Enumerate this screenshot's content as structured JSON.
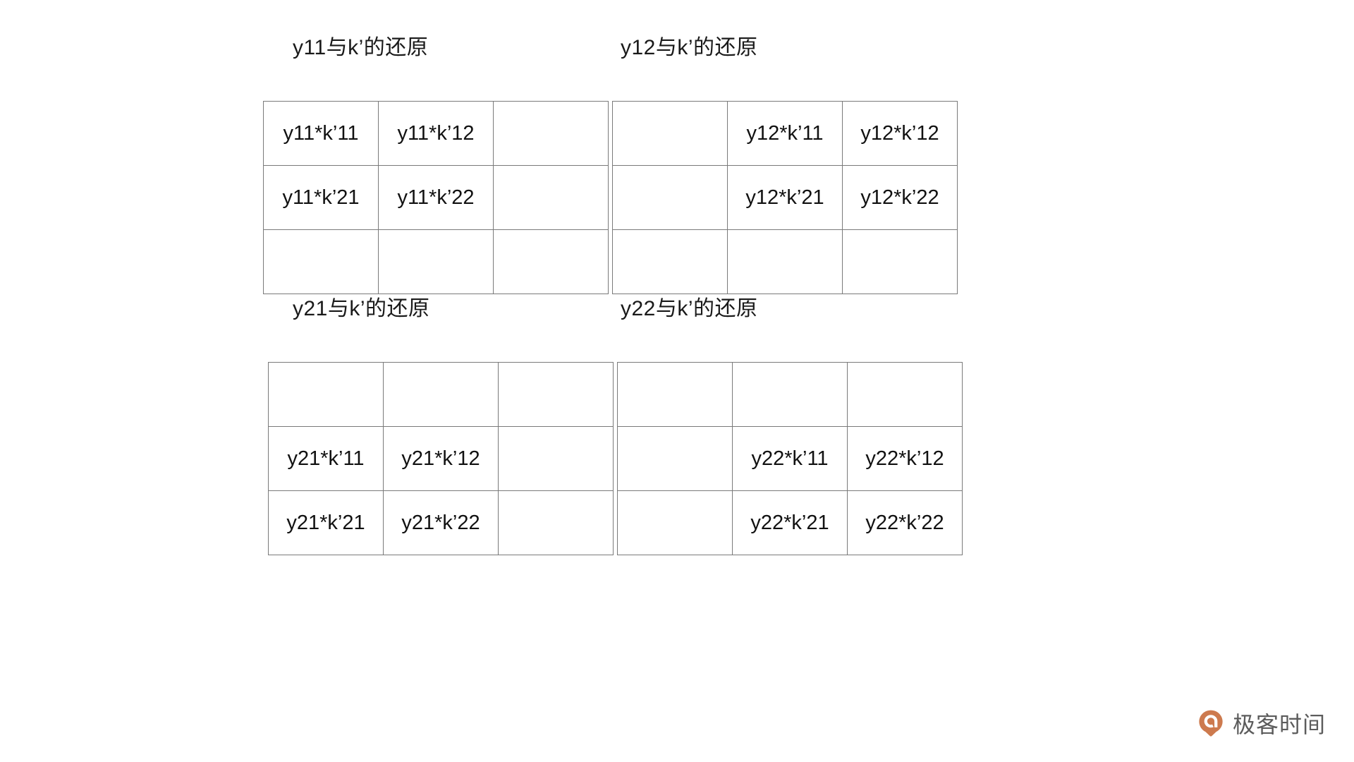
{
  "slide": {
    "background_color": "#ffffff",
    "border_color": "#7a7a7a",
    "text_color": "#111111"
  },
  "panels": [
    {
      "id": "panel-1",
      "title": "y11与k’的还原",
      "rows": [
        [
          "y11*k’11",
          "y11*k’12",
          ""
        ],
        [
          "y11*k’21",
          "y11*k’22",
          ""
        ],
        [
          "",
          "",
          ""
        ]
      ]
    },
    {
      "id": "panel-2",
      "title": "y12与k’的还原",
      "rows": [
        [
          "",
          "y12*k’11",
          "y12*k’12"
        ],
        [
          "",
          "y12*k’21",
          "y12*k’22"
        ],
        [
          "",
          "",
          ""
        ]
      ]
    },
    {
      "id": "panel-3",
      "title": "y21与k’的还原",
      "rows": [
        [
          "",
          "",
          ""
        ],
        [
          "y21*k’11",
          "y21*k’12",
          ""
        ],
        [
          "y21*k’21",
          "y21*k’22",
          ""
        ]
      ]
    },
    {
      "id": "panel-4",
      "title": "y22与k’的还原",
      "rows": [
        [
          "",
          "",
          ""
        ],
        [
          "",
          "y22*k’11",
          "y22*k’12"
        ],
        [
          "",
          "y22*k’21",
          "y22*k’22"
        ]
      ]
    }
  ],
  "watermark": {
    "text": "极客时间",
    "logo_color": "#cd7a4e",
    "text_color": "#5c5c5c"
  }
}
